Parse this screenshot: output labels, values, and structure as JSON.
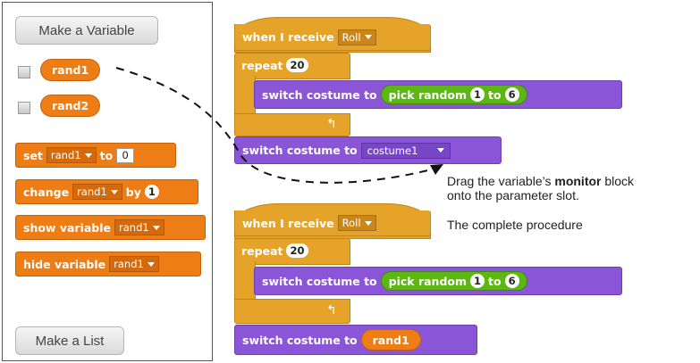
{
  "palette": {
    "make_variable": "Make a Variable",
    "make_list": "Make a List",
    "var1": "rand1",
    "var2": "rand2",
    "set": {
      "label": "set",
      "var": "rand1",
      "to": "to",
      "value": "0"
    },
    "change": {
      "label": "change",
      "var": "rand1",
      "by": "by",
      "value": "1"
    },
    "show": {
      "label": "show variable",
      "var": "rand1"
    },
    "hide": {
      "label": "hide variable",
      "var": "rand1"
    }
  },
  "script1": {
    "hat": "when I receive",
    "message": "Roll",
    "repeat": "repeat",
    "count": "20",
    "switch": "switch costume to",
    "pick": "pick random",
    "from": "1",
    "to_word": "to",
    "to": "6",
    "switch2": "switch costume to",
    "costume": "costume1"
  },
  "script2": {
    "hat": "when I receive",
    "message": "Roll",
    "repeat": "repeat",
    "count": "20",
    "switch": "switch costume to",
    "pick": "pick random",
    "from": "1",
    "to_word": "to",
    "to": "6",
    "switch2": "switch costume to",
    "var": "rand1"
  },
  "captions": {
    "drag_prefix": "Drag the variable’s ",
    "drag_bold": "monitor",
    "drag_suffix": " block",
    "drag_line2": "onto the parameter slot.",
    "complete": "The complete procedure"
  },
  "colors": {
    "control": "#e6a32a",
    "looks": "#8a55d7",
    "variables": "#ee7d16",
    "operators": "#5cb712"
  }
}
